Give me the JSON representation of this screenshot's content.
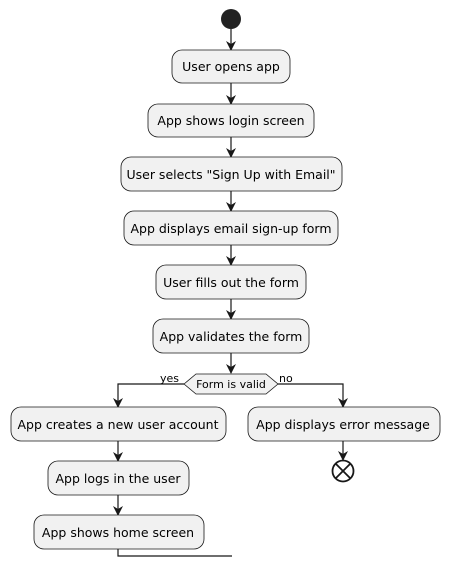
{
  "diagram": {
    "steps": [
      "User opens app",
      "App shows login screen",
      "User selects \"Sign Up with Email\"",
      "App displays email sign-up form",
      "User fills out the form",
      "App validates the form"
    ],
    "decision": {
      "condition": "Form is valid",
      "yes_label": "yes",
      "no_label": "no"
    },
    "yes_branch": [
      "App creates a new user account",
      "App logs in the user",
      "App shows home screen"
    ],
    "no_branch": [
      "App displays error message"
    ],
    "colors": {
      "node_fill": "#f1f1f1",
      "node_stroke": "#181818",
      "start": "#222222"
    }
  }
}
